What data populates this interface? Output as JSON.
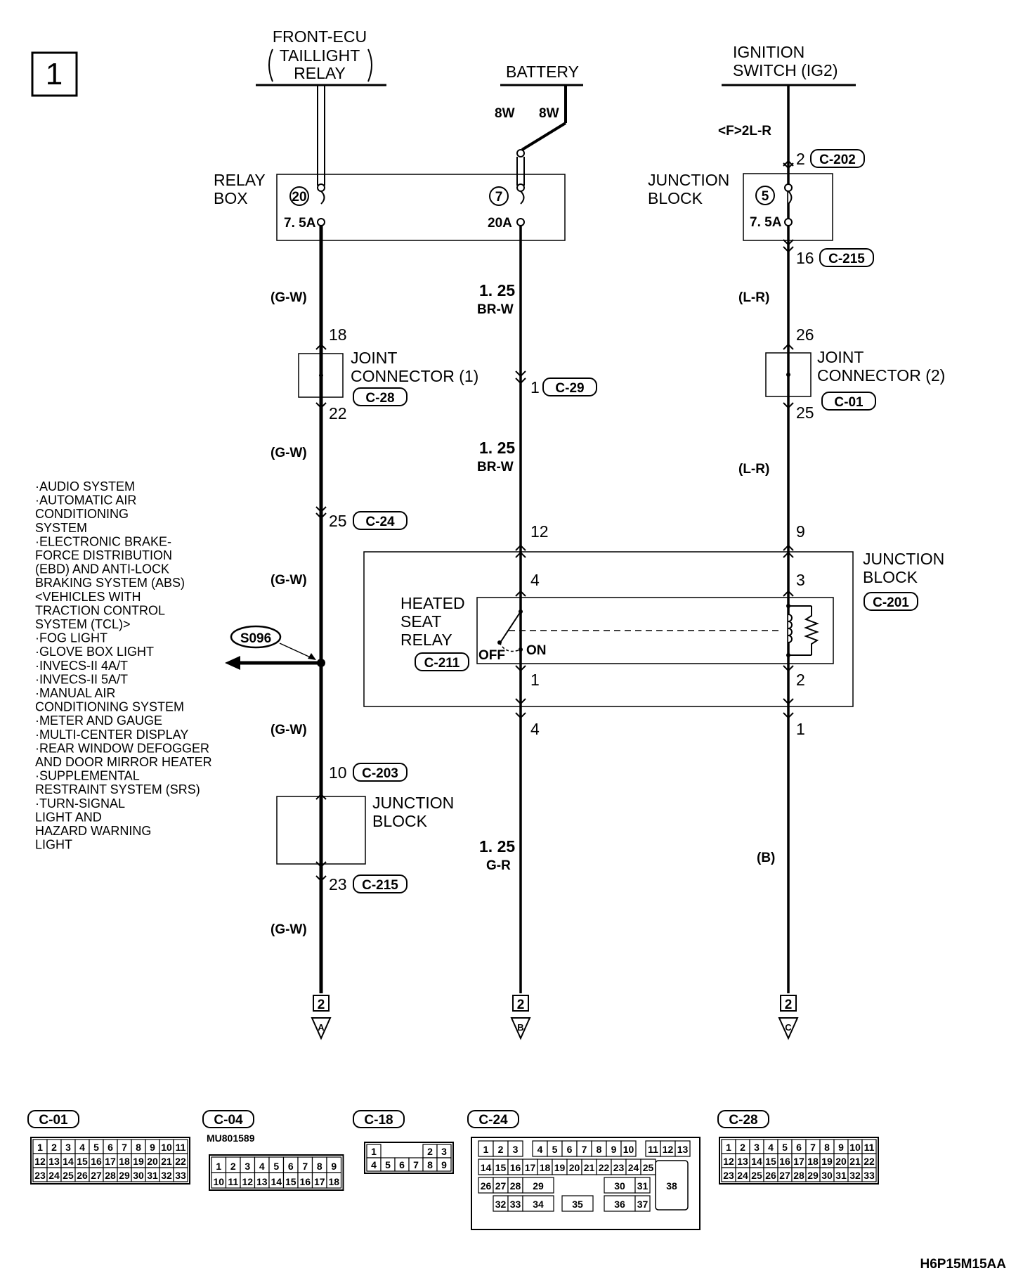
{
  "page_number": "1",
  "sources": {
    "front_ecu_line1": "FRONT-ECU",
    "front_ecu_line2": "TAILLIGHT",
    "front_ecu_line3": "RELAY",
    "battery": "BATTERY",
    "ignition_line1": "IGNITION",
    "ignition_line2": "SWITCH (IG2)"
  },
  "wires": {
    "battery_left": "8W",
    "battery_right": "8W",
    "ign_top": "<F>2L-R",
    "gw": "(G-W)",
    "lr": "(L-R)",
    "b": "(B)",
    "brw_size": "1. 25",
    "brw_color": "BR-W",
    "gr_size": "1. 25",
    "gr_color": "G-R"
  },
  "relay_box": {
    "label_line1": "RELAY",
    "label_line2": "BOX",
    "fuse1_no": "20",
    "fuse1_rating": "7. 5A",
    "fuse2_no": "7",
    "fuse2_rating": "20A"
  },
  "junction_block_top": {
    "label_line1": "JUNCTION",
    "label_line2": "BLOCK",
    "fuse_no": "5",
    "fuse_rating": "7. 5A"
  },
  "pins": {
    "p2": "2",
    "p16": "16",
    "p18": "18",
    "p22": "22",
    "p26": "26",
    "p25a": "25",
    "p1a": "1",
    "p25b": "25",
    "p12": "12",
    "p9": "9",
    "p4a": "4",
    "p3": "3",
    "p1b": "1",
    "p2b": "2",
    "p4b": "4",
    "p1c": "1",
    "p10": "10",
    "p23": "23"
  },
  "connectors": {
    "c202": "C-202",
    "c215": "C-215",
    "c28": "C-28",
    "c29": "C-29",
    "c01": "C-01",
    "c24": "C-24",
    "c201": "C-201",
    "c211": "C-211",
    "c203": "C-203"
  },
  "joint1": {
    "line1": "JOINT",
    "line2": "CONNECTOR (1)"
  },
  "joint2": {
    "line1": "JOINT",
    "line2": "CONNECTOR (2)"
  },
  "junction_mid": {
    "line1": "JUNCTION",
    "line2": "BLOCK"
  },
  "junction_low": {
    "line1": "JUNCTION",
    "line2": "BLOCK"
  },
  "heated_seat_relay": {
    "line1": "HEATED",
    "line2": "SEAT",
    "line3": "RELAY",
    "off": "OFF",
    "on": "ON"
  },
  "splice": "S096",
  "systems": [
    "·AUDIO SYSTEM",
    "·AUTOMATIC AIR",
    " CONDITIONING",
    " SYSTEM",
    "·ELECTRONIC BRAKE-",
    " FORCE DISTRIBUTION",
    " (EBD) AND ANTI-LOCK",
    " BRAKING SYSTEM (ABS)",
    " <VEHICLES WITH",
    " TRACTION CONTROL",
    " SYSTEM (TCL)>",
    "·FOG LIGHT",
    "·GLOVE BOX LIGHT",
    "·INVECS-II 4A/T",
    "·INVECS-II 5A/T",
    "·MANUAL AIR",
    " CONDITIONING SYSTEM",
    "·METER AND GAUGE",
    "·MULTI-CENTER DISPLAY",
    "·REAR WINDOW DEFOGGER",
    " AND DOOR MIRROR HEATER",
    "·SUPPLEMENTAL",
    " RESTRAINT SYSTEM (SRS)",
    "·TURN-SIGNAL",
    " LIGHT AND",
    " HAZARD WARNING",
    " LIGHT"
  ],
  "continuations": {
    "page": "2",
    "a": "A",
    "b": "B",
    "c": "C"
  },
  "connector_views": {
    "c01": {
      "name": "C-01",
      "rows": [
        [
          "1",
          "2",
          "3",
          "4",
          "5",
          "6",
          "7",
          "8",
          "9",
          "10",
          "11"
        ],
        [
          "12",
          "13",
          "14",
          "15",
          "16",
          "17",
          "18",
          "19",
          "20",
          "21",
          "22"
        ],
        [
          "23",
          "24",
          "25",
          "26",
          "27",
          "28",
          "29",
          "30",
          "31",
          "32",
          "33"
        ]
      ]
    },
    "c04": {
      "name": "C-04",
      "part": "MU801589",
      "rows": [
        [
          "1",
          "2",
          "3",
          "4",
          "5",
          "6",
          "7",
          "8",
          "9"
        ],
        [
          "10",
          "11",
          "12",
          "13",
          "14",
          "15",
          "16",
          "17",
          "18"
        ]
      ]
    },
    "c18": {
      "name": "C-18",
      "rows": [
        [
          "1",
          "",
          "",
          "",
          "2",
          "3"
        ],
        [
          "4",
          "5",
          "6",
          "7",
          "8",
          "9"
        ]
      ]
    },
    "c24": {
      "name": "C-24",
      "row1": [
        "1",
        "2",
        "3",
        "4",
        "5",
        "6",
        "7",
        "8",
        "9",
        "10",
        "11",
        "12",
        "13"
      ],
      "row2": [
        "14",
        "15",
        "16",
        "17",
        "18",
        "19",
        "20",
        "21",
        "22",
        "23",
        "24",
        "25"
      ],
      "row3": [
        "26",
        "27",
        "28",
        "29",
        "30",
        "31"
      ],
      "row4": [
        "32",
        "33",
        "34",
        "35",
        "36",
        "37"
      ],
      "big": "38"
    },
    "c28": {
      "name": "C-28",
      "rows": [
        [
          "1",
          "2",
          "3",
          "4",
          "5",
          "6",
          "7",
          "8",
          "9",
          "10",
          "11"
        ],
        [
          "12",
          "13",
          "14",
          "15",
          "16",
          "17",
          "18",
          "19",
          "20",
          "21",
          "22"
        ],
        [
          "23",
          "24",
          "25",
          "26",
          "27",
          "28",
          "29",
          "30",
          "31",
          "32",
          "33"
        ]
      ]
    }
  },
  "figure_code": "H6P15M15AA"
}
